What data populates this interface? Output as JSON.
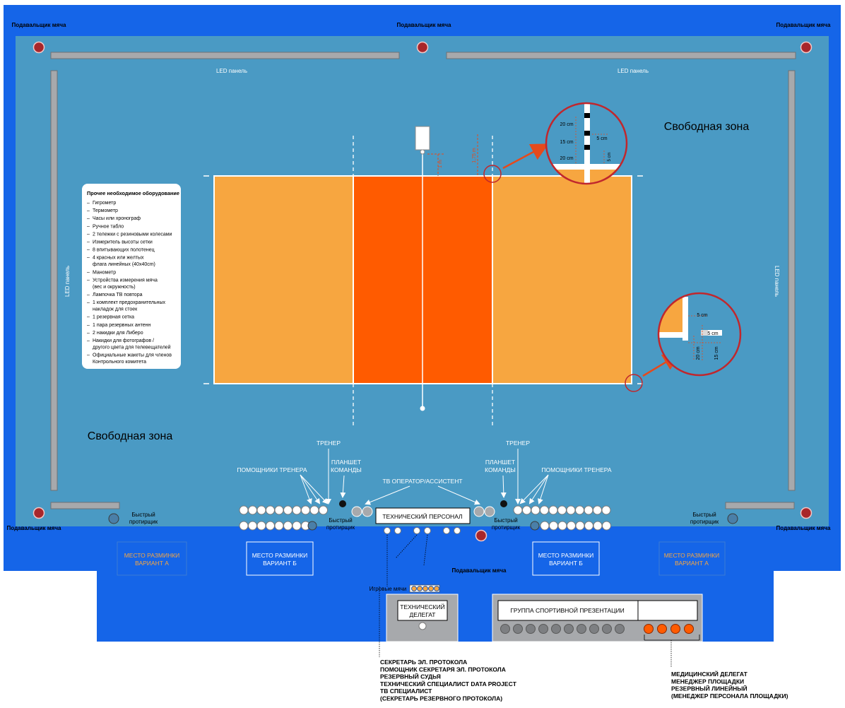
{
  "colors": {
    "outer_blue": "#1565e8",
    "zone_blue": "#4a9ac4",
    "court_light": "#f7a640",
    "court_dark": "#ff5b00",
    "marker_red": "#a8262b",
    "accent_arrow": "#e54a1c",
    "panel_gray": "#a7a9ac"
  },
  "ball_retriever_label": "Подавальщик мяча",
  "led_panel_label": "LED панель",
  "free_zone_label": "Свободная зона",
  "equipment": {
    "title": "Прочее необходимое оборудование",
    "items": [
      "Гигрометр",
      "Термометр",
      "Часы или хронограф",
      "Ручное табло",
      "2 тележки с резиновыми колесами",
      "Измеритель высоты сетки",
      "8 впитывающих полотенец",
      "4 красных или желтых флага линейных (40х40cm)",
      "Манометр",
      "Устройства измерения мяча (вес и окружность)",
      "Лампочка ТВ повтора",
      "1 комплект предохранительных накладок для стоек",
      "1 резервная сетка",
      "1 пара резервных антенн",
      "2 накидки для Либеро",
      "Накидки для фотографов / другого цвета для телевещателей",
      "Официальные жакеты для членов Контрольного комитета"
    ]
  },
  "net_detail": {
    "height_label": "1 m",
    "net_height_label": "1,75 m",
    "dims": [
      "20 cm",
      "15 cm",
      "5 cm",
      "20 cm",
      "5 cm"
    ]
  },
  "corner_detail": {
    "dims": [
      "5 cm",
      "5 cm",
      "20 cm",
      "15 cm"
    ]
  },
  "staff": {
    "coach": "ТРЕНЕР",
    "team_tablet": "ПЛАНШЕТ КОМАНДЫ",
    "assistant_coaches": "ПОМОЩНИКИ ТРЕНЕРА",
    "tv_operator": "ТВ ОПЕРАТОР/АССИСТЕНТ",
    "tech_staff": "ТЕХНИЧЕСКИЙ ПЕРСОНАЛ",
    "quick_mopper": "Быстрый протирщик",
    "game_balls": "Игровые мячи",
    "tech_delegate": "ТЕХНИЧЕСКИЙ ДЕЛЕГАТ",
    "sport_presentation": "ГРУППА СПОРТИВНОЙ ПРЕЗЕНТАЦИИ"
  },
  "warmup": {
    "option_a": "МЕСТО РАЗМИНКИ ВАРИАНТ  А",
    "option_b": "МЕСТО РАЗМИНКИ ВАРИАНТ  Б"
  },
  "table_notes_left": [
    "СЕКРЕТАРЬ ЭЛ. ПРОТОКОЛА",
    "ПОМОЩНИК СЕКРЕТАРЯ ЭЛ. ПРОТОКОЛА",
    "РЕЗЕРВНЫЙ СУДЬЯ",
    "ТЕХНИЧЕСКИЙ СПЕЦИАЛИСТ DATA PROJECT",
    "ТВ СПЕЦИАЛИСТ",
    "(СЕКРЕТАРЬ РЕЗЕРВНОГО ПРОТОКОЛА)"
  ],
  "table_notes_right": [
    "МЕДИЦИНСКИЙ ДЕЛЕГАТ",
    "МЕНЕДЖЕР ПЛОЩАДКИ",
    "РЕЗЕРВНЫЙ ЛИНЕЙНЫЙ",
    "(МЕНЕДЖЕР ПЕРСОНАЛА ПЛОЩАДКИ)"
  ]
}
